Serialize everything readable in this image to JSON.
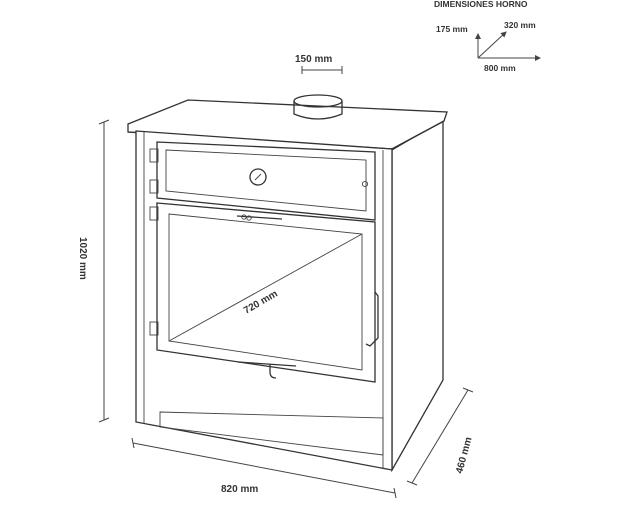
{
  "oven_dimensions": {
    "title": "DIMENSIONES HORNO",
    "height": "175 mm",
    "depth": "320 mm",
    "width": "800 mm"
  },
  "flue": {
    "diameter": "150 mm"
  },
  "stove": {
    "height": "1020 mm",
    "width": "820 mm",
    "depth": "460 mm",
    "glass_diagonal": "720 mm"
  },
  "colors": {
    "line": "#333333",
    "background": "#ffffff"
  }
}
